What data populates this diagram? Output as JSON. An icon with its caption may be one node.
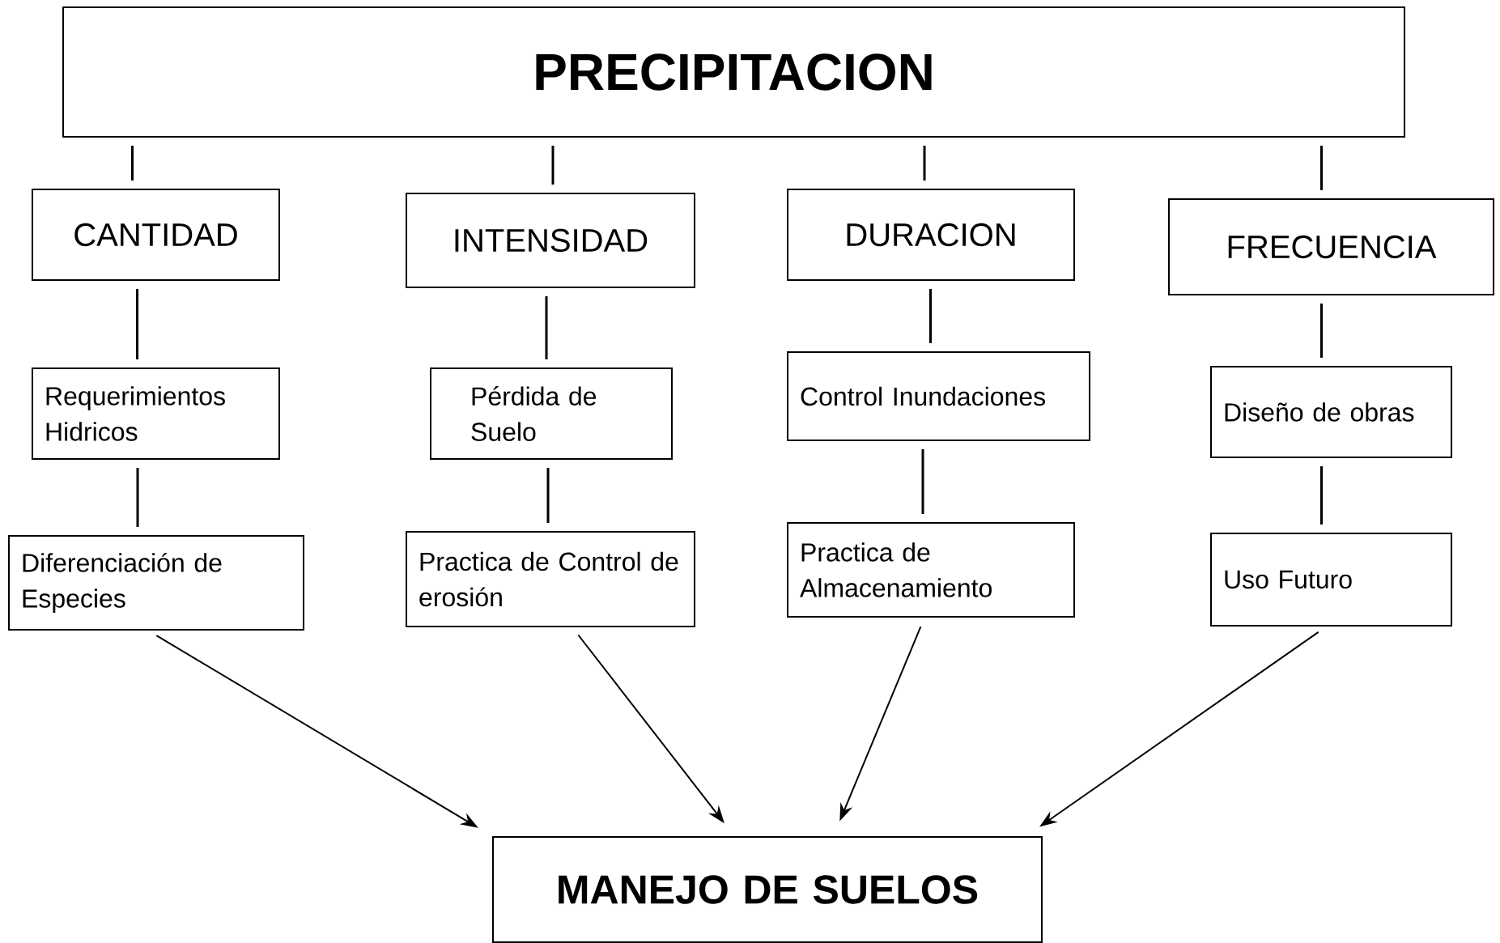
{
  "diagram": {
    "nodes": [
      {
        "text": [
          "PRECIPITACION"
        ]
      },
      {
        "text": [
          "CANTIDAD"
        ]
      },
      {
        "text": [
          "INTENSIDAD"
        ]
      },
      {
        "text": [
          "DURACION"
        ]
      },
      {
        "text": [
          "FRECUENCIA"
        ]
      },
      {
        "text": [
          "Requerimientos Hidricos"
        ]
      },
      {
        "text": [
          "Pérdida de Suelo"
        ]
      },
      {
        "text": [
          "Control Inundaciones"
        ]
      },
      {
        "text": [
          "Diseño de obras"
        ]
      },
      {
        "text": [
          "Diferenciación de Especies"
        ]
      },
      {
        "text": [
          "Practica de Control de erosión"
        ]
      },
      {
        "text": [
          "Practica de Almacenamiento"
        ]
      },
      {
        "text": [
          "Uso Futuro"
        ]
      },
      {
        "text": [
          "MANEJO DE SUELOS"
        ]
      }
    ],
    "edges": [
      {
        "from": 0,
        "to": 1,
        "arrow": "none"
      },
      {
        "from": 0,
        "to": 2,
        "arrow": "none"
      },
      {
        "from": 0,
        "to": 3,
        "arrow": "none"
      },
      {
        "from": 0,
        "to": 4,
        "arrow": "none"
      },
      {
        "from": 1,
        "to": 5,
        "arrow": "none"
      },
      {
        "from": 5,
        "to": 9,
        "arrow": "none"
      },
      {
        "from": 2,
        "to": 6,
        "arrow": "none"
      },
      {
        "from": 6,
        "to": 10,
        "arrow": "none"
      },
      {
        "from": 3,
        "to": 7,
        "arrow": "none"
      },
      {
        "from": 7,
        "to": 11,
        "arrow": "none"
      },
      {
        "from": 4,
        "to": 8,
        "arrow": "none"
      },
      {
        "from": 8,
        "to": 12,
        "arrow": "none"
      },
      {
        "from": 9,
        "to": 13,
        "arrow": "to"
      },
      {
        "from": 10,
        "to": 13,
        "arrow": "to"
      },
      {
        "from": 11,
        "to": 13,
        "arrow": "to"
      },
      {
        "from": 12,
        "to": 13,
        "arrow": "to"
      }
    ]
  }
}
